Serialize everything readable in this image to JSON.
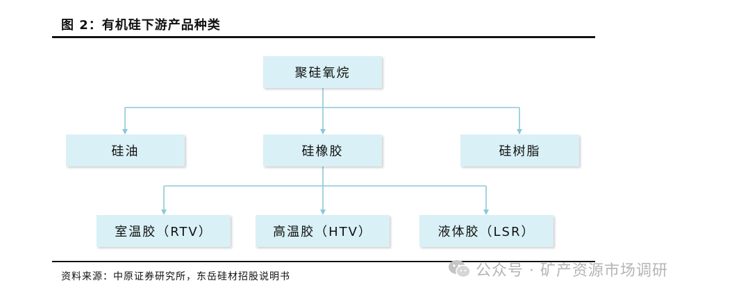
{
  "header": {
    "title": "图 2：有机硅下游产品种类"
  },
  "diagram": {
    "root": "聚硅氧烷",
    "level1": [
      "硅油",
      "硅橡胶",
      "硅树脂"
    ],
    "level2": [
      "室温胶（RTV）",
      "高温胶（HTV）",
      "液体胶（LSR）"
    ],
    "colors": {
      "box_fill": "#d9f0f6",
      "connector": "#8cc8d8"
    }
  },
  "footer": {
    "source": "资料来源：中原证券研究所，东岳硅材招股说明书"
  },
  "watermark": {
    "text": "公众号 · 矿产资源市场调研",
    "icon": "wechat-icon"
  }
}
